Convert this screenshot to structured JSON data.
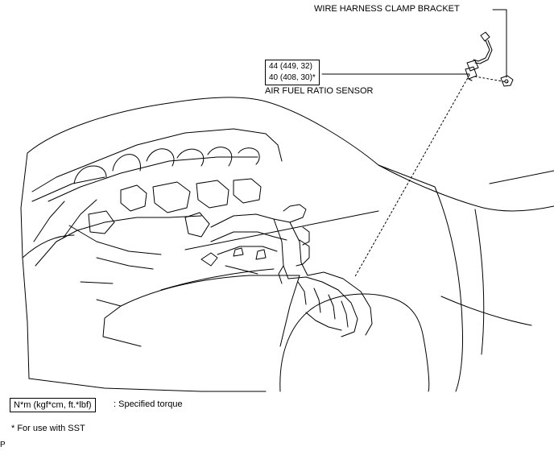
{
  "labels": {
    "bracket": "WIRE HARNESS CLAMP BRACKET",
    "sensor": "AIR FUEL RATIO SENSOR"
  },
  "torque": {
    "line1": "44 (449, 32)",
    "line2": "40 (408, 30)*"
  },
  "legend": {
    "unit": "N*m (kgf*cm, ft.*lbf)",
    "unit_desc": ": Specified torque",
    "footnote": "* For use with SST"
  },
  "corner_code": "P"
}
